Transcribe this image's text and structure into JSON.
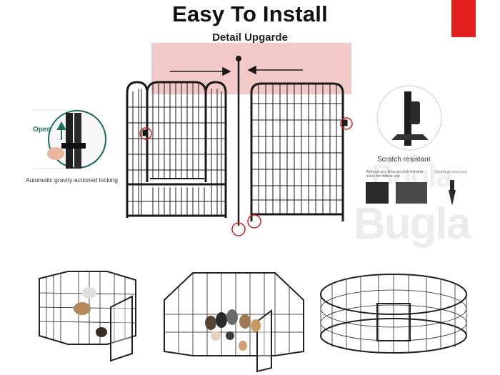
{
  "header": {
    "title": "Easy To Install",
    "subtitle": "Detail Upgarde"
  },
  "callouts": {
    "lock_open_word": "Open",
    "lock_caption": "Automatic gravity-actioned locking",
    "scratch_caption": "Scratch resistant",
    "scratch_note_1": "Without any floor scratch left and noise for indoor use",
    "scratch_note_2": "Strong ground peg",
    "watermark": "Bugla"
  },
  "colors": {
    "accent_red": "#e31e1e",
    "frame": "#1a1a1a",
    "lock_green": "#1f6e5a",
    "highlight_circle": "#d21f1f"
  }
}
